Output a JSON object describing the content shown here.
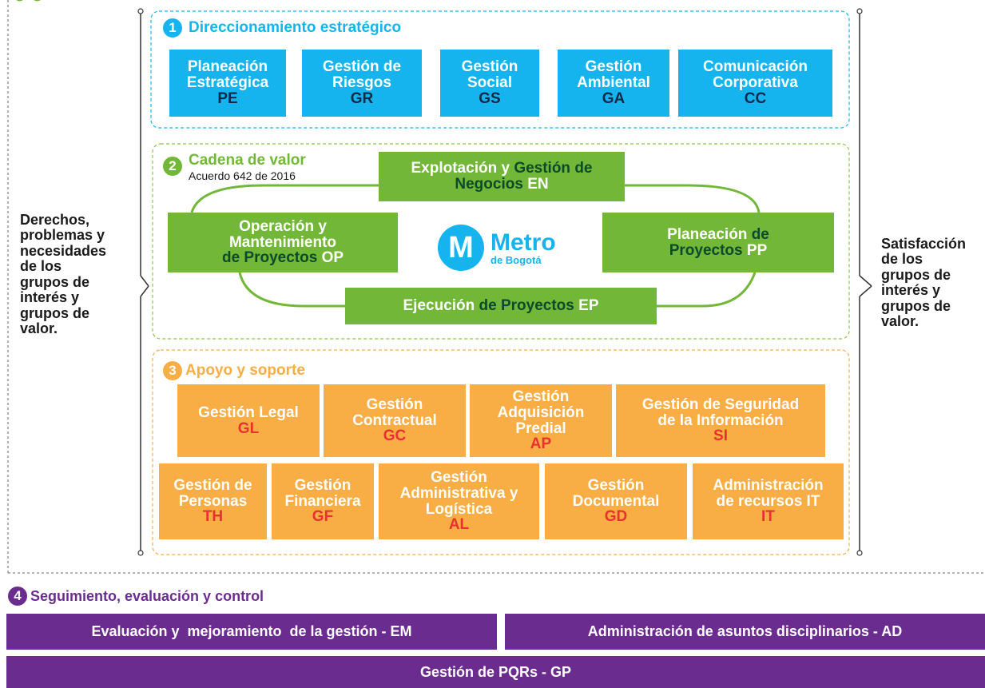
{
  "left_text": [
    "Derechos,",
    "problemas y",
    "necesidades",
    "de los",
    "grupos de",
    "interés y",
    "grupos de",
    "valor."
  ],
  "right_text": [
    "Satisfacción",
    "de los",
    "grupos de",
    "interés y",
    "grupos de",
    "valor."
  ],
  "section1": {
    "number": "1",
    "title": "Direccionamiento estratégico",
    "boxes": [
      {
        "lines": [
          "Planeación",
          "Estratégica"
        ],
        "code": "PE"
      },
      {
        "lines": [
          "Gestión de",
          "Riesgos"
        ],
        "code": "GR"
      },
      {
        "lines": [
          "Gestión",
          "Social"
        ],
        "code": "GS"
      },
      {
        "lines": [
          "Gestión",
          "Ambiental"
        ],
        "code": "GA"
      },
      {
        "lines": [
          "Comunicación",
          "Corporativa"
        ],
        "code": "CC"
      }
    ]
  },
  "section2": {
    "number": "2",
    "title": "Cadena de valor",
    "subtitle": "Acuerdo 642 de 2016",
    "top": {
      "a": "Explotación y ",
      "b": "Gestión de",
      "c": "Negocios",
      "code": "EN"
    },
    "left": {
      "l1": "Operación y",
      "l2": "Mantenimiento",
      "l3a": "de Proyectos",
      "code": "OP"
    },
    "right": {
      "l1a": "Planeación ",
      "l1b": "de",
      "l2": "Proyectos",
      "code": "PP"
    },
    "bottom": {
      "a": "Ejecución ",
      "b": "de Proyectos",
      "code": "EP"
    },
    "logo": {
      "letter": "M",
      "name": "Metro",
      "sub": "de Bogotá"
    }
  },
  "section3": {
    "number": "3",
    "title": "Apoyo y soporte",
    "row1": [
      {
        "lines": [
          "Gestión Legal"
        ],
        "code": "GL"
      },
      {
        "lines": [
          "Gestión",
          "Contractual"
        ],
        "code": "GC"
      },
      {
        "lines": [
          "Gestión",
          "Adquisición",
          "Predial"
        ],
        "code": "AP"
      },
      {
        "lines": [
          "Gestión de Seguridad",
          "de la Información"
        ],
        "code": "SI"
      }
    ],
    "row2": [
      {
        "lines": [
          "Gestión de",
          "Personas"
        ],
        "code": "TH"
      },
      {
        "lines": [
          "Gestión",
          "Financiera"
        ],
        "code": "GF"
      },
      {
        "lines": [
          "Gestión",
          "Administrativa y",
          "Logística"
        ],
        "code": "AL"
      },
      {
        "lines": [
          "Gestión",
          "Documental"
        ],
        "code": "GD"
      },
      {
        "lines": [
          "Administración",
          "de recursos IT"
        ],
        "code": "IT"
      }
    ]
  },
  "section4": {
    "number": "4",
    "title": "Seguimiento, evaluación y control",
    "bar1": "Evaluación y  mejoramiento  de la gestión - EM",
    "bar2": "Administración de asuntos disciplinarios - AD",
    "bar3": "Gestión de PQRs - GP"
  },
  "colors": {
    "blue": "#15b4ee",
    "green": "#72b737",
    "orange": "#f8ad45",
    "purple": "#6a2d8f",
    "dark_green": "#0b4a2a",
    "red_code": "#e8322e"
  }
}
